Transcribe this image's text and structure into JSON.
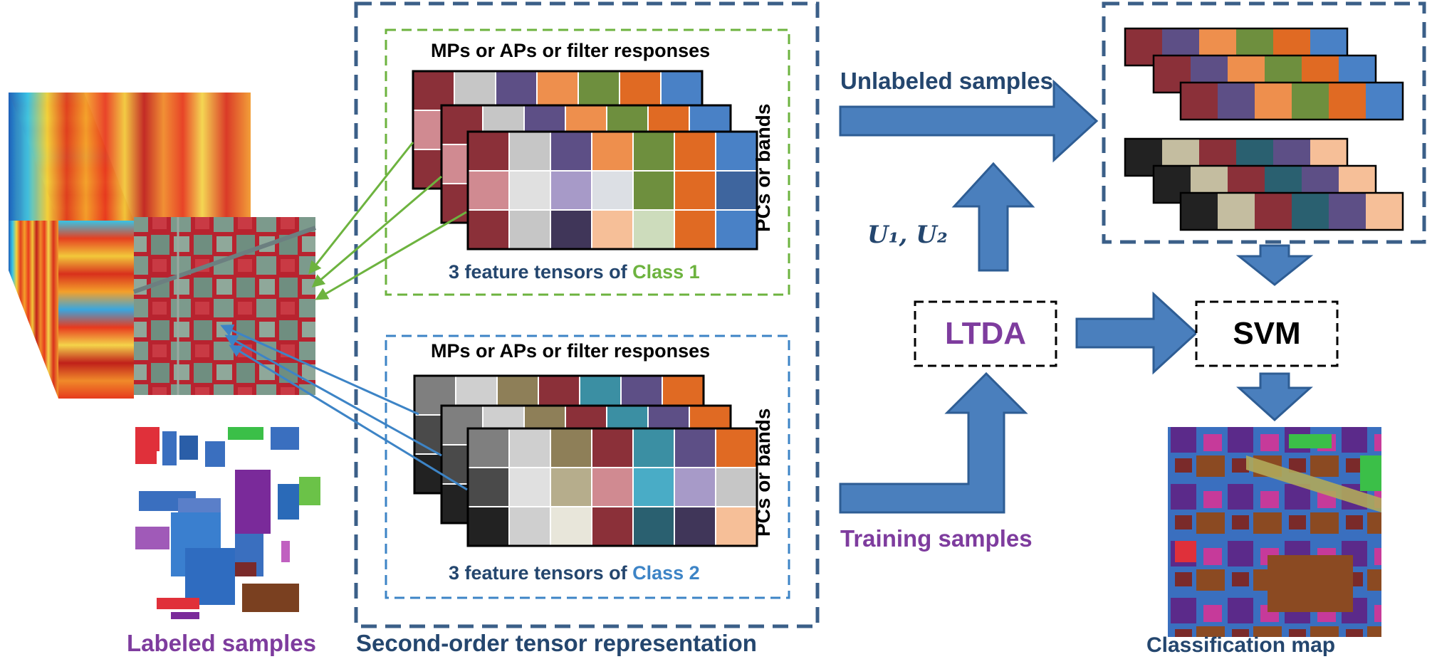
{
  "labels": {
    "labeled_samples": "Labeled samples",
    "second_order": "Second-order tensor representation",
    "mps_top": "MPs or APs or filter responses",
    "mps_bottom": "MPs or APs or filter responses",
    "pcs_top": "PCs or  bands",
    "pcs_bottom": "PCs or  bands",
    "feature_class1_prefix": "3 feature tensors of ",
    "feature_class1_name": "Class 1",
    "feature_class2_prefix": "3 feature tensors of ",
    "feature_class2_name": "Class 2",
    "unlabeled_samples": "Unlabeled samples",
    "training_samples": "Training samples",
    "u_label": "U₁, U₂",
    "ltda": "LTDA",
    "svm": "SVM",
    "classification_map": "Classification map"
  },
  "colors": {
    "arrow": "#4a7fbd",
    "navy_text": "#24466e",
    "purple_text": "#7e3c9e",
    "class1_green": "#6db33f",
    "class2_blue": "#3d84c6",
    "dash_navy": "#3b5f88"
  },
  "tensor_colors": {
    "class1_cols": [
      "#8b3039",
      "#c6c6c6",
      "#5d4f86",
      "#ee8f4d",
      "#6e8f3e",
      "#e06a23",
      "#4981c6"
    ],
    "class1_rows": [
      [
        "#8b3039",
        "#c6c6c6",
        "#5d4f86",
        "#ee8f4d",
        "#6e8f3e",
        "#e06a23",
        "#4981c6"
      ],
      [
        "#d08a91",
        "#e0e0e0",
        "#a79ac8",
        "#dcdfe4",
        "#6e8f3e",
        "#e06a23",
        "#3e659e"
      ],
      [
        "#8b3039",
        "#c6c6c6",
        "#403659",
        "#f6bf98",
        "#cddcbc",
        "#e06a23",
        "#4981c6"
      ]
    ],
    "class2_rows": [
      [
        "#7f7f7f",
        "#cfcfcf",
        "#8e7f58",
        "#8b3039",
        "#3b8fa3",
        "#5d4f86",
        "#e06a23"
      ],
      [
        "#4a4a4a",
        "#e0e0e0",
        "#b6ad8c",
        "#d08a91",
        "#49acc6",
        "#a79ac8",
        "#c6c6c6"
      ],
      [
        "#222222",
        "#cfcfcf",
        "#e8e6da",
        "#8b3039",
        "#2a6070",
        "#403659",
        "#f6bf98"
      ]
    ],
    "strip1": [
      "#8b3039",
      "#5d4f86",
      "#ee8f4d",
      "#6e8f3e",
      "#e06a23",
      "#4981c6"
    ],
    "strip2": [
      "#222222",
      "#c4bda0",
      "#8b3039",
      "#2a6070",
      "#5d4f86",
      "#f6bf98"
    ]
  }
}
